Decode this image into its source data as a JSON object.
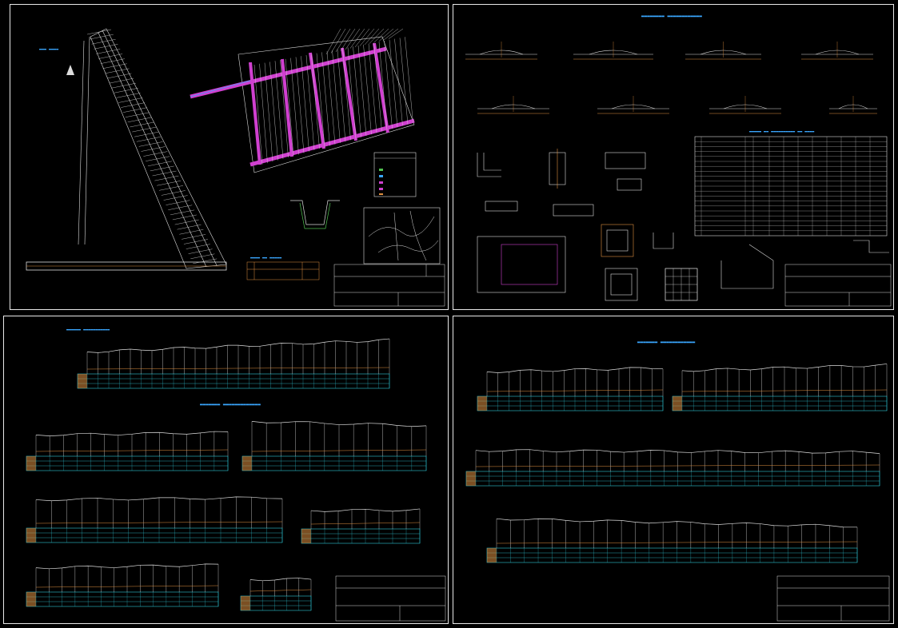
{
  "colors": {
    "background": "#000000",
    "frame": "#e8e8e8",
    "text_label": "#3aa7ff",
    "line_white": "#dcdcdc",
    "road_magenta": "#d040d0",
    "dim_orange": "#e09040",
    "grid_cyan": "#30c8d8",
    "hatch_green": "#50c050"
  },
  "sheets": [
    {
      "id": "sheet-1",
      "content": "plan-view"
    },
    {
      "id": "sheet-2",
      "content": "cross-sections-and-details"
    },
    {
      "id": "sheet-3",
      "content": "longitudinal-profiles"
    },
    {
      "id": "sheet-4",
      "content": "longitudinal-profiles"
    }
  ],
  "icons": {
    "north_arrow": "north-arrow-icon",
    "location_map": "location-map-icon"
  }
}
